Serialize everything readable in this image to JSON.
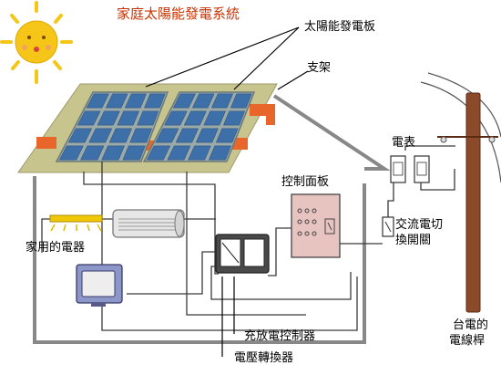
{
  "title": "家庭太陽能發電系統",
  "labels": {
    "solar_panel": "太陽能發電板",
    "bracket": "支架",
    "meter": "電表",
    "control_panel": "控制面板",
    "ac_switch_line1": "交流電切",
    "ac_switch_line2": "換開關",
    "appliances": "家用的電器",
    "charge_controller": "充放電控制器",
    "inverter": "電壓轉換器",
    "utility_pole_line1": "台電的",
    "utility_pole_line2": "電線桿"
  },
  "colors": {
    "title": "#cc3300",
    "sun": "#f5c518",
    "roof": "#c8c48e",
    "panel_frame": "#9aaaa8",
    "cell": "#3d6fa8",
    "bracket": "#e8662a",
    "control_panel": "#e8c4c0",
    "pole": "#8b4a2a",
    "house_outline": "#888888"
  }
}
